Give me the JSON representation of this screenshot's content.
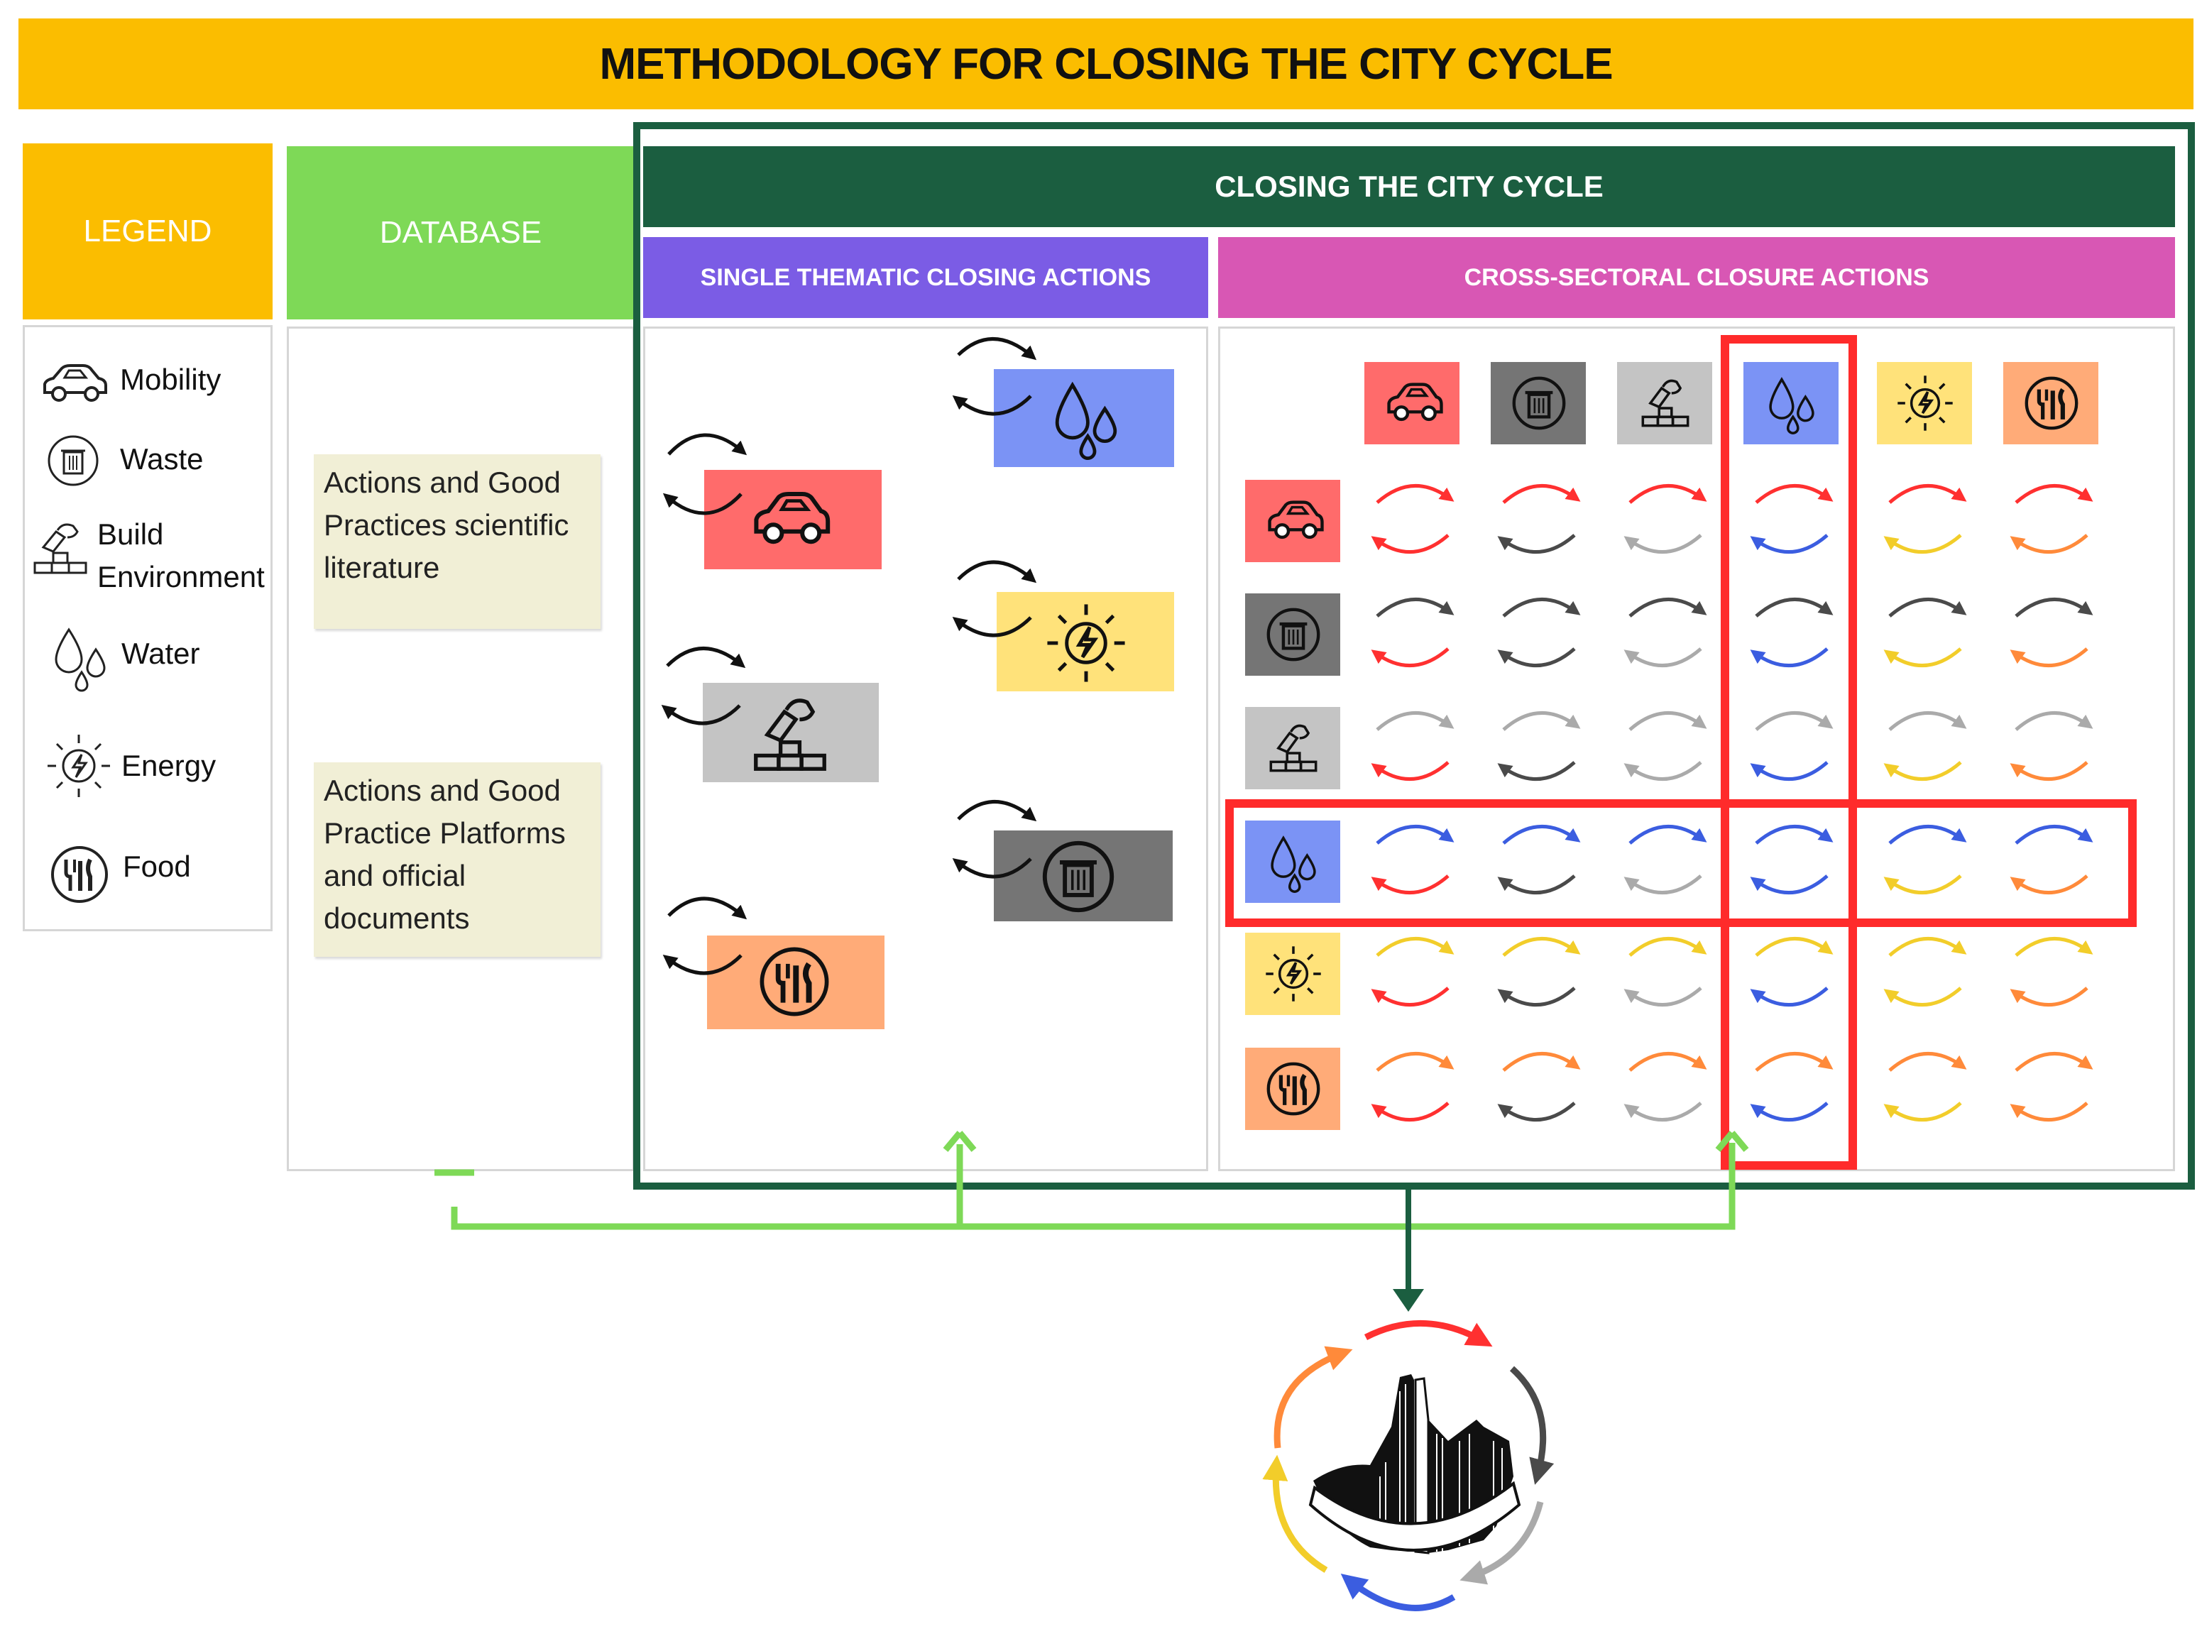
{
  "title": "METHODOLOGY FOR CLOSING THE CITY CYCLE",
  "legend": {
    "heading": "LEGEND",
    "items": [
      {
        "key": "mobility",
        "label": "Mobility",
        "icon": "car-icon"
      },
      {
        "key": "waste",
        "label": "Waste",
        "icon": "trash-bin-icon"
      },
      {
        "key": "build",
        "label_line1": "Build",
        "label_line2": "Environment",
        "icon": "brick-hand-icon"
      },
      {
        "key": "water",
        "label": "Water",
        "icon": "water-drops-icon"
      },
      {
        "key": "energy",
        "label": "Energy",
        "icon": "lightning-sun-icon"
      },
      {
        "key": "food",
        "label": "Food",
        "icon": "fork-knife-icon"
      }
    ]
  },
  "database": {
    "heading": "DATABASE",
    "note1": [
      "Actions and Good",
      "Practices scientific",
      "literature"
    ],
    "note2": [
      "Actions and Good",
      "Practice Platforms",
      "and official",
      "documents"
    ]
  },
  "closing": {
    "heading": "CLOSING THE CITY CYCLE",
    "single_heading": "SINGLE THEMATIC CLOSING ACTIONS",
    "cross_heading": "CROSS-SECTORAL CLOSURE ACTIONS"
  },
  "colors": {
    "title_bar": "#fbbd00",
    "legend_header": "#fbbd00",
    "database_header": "#7ed957",
    "dark_green": "#1b5e40",
    "single_purple": "#7b5ce5",
    "cross_magenta": "#d857b4",
    "mobility": "#ff6b6b",
    "waste": "#757575",
    "build": "#c4c4c4",
    "water": "#7b93f5",
    "energy": "#ffe27a",
    "food": "#ffab78",
    "highlight": "#ff2b2b",
    "feedback_arrow": "#7ed957",
    "arrow_mobility": "#ff3030",
    "arrow_waste": "#4a4a4a",
    "arrow_build": "#aaaaaa",
    "arrow_water": "#3b5de0",
    "arrow_energy": "#f2cd2a",
    "arrow_food": "#ff8a3a"
  },
  "matrix": {
    "sectors": [
      "mobility",
      "waste",
      "build",
      "water",
      "energy",
      "food"
    ],
    "highlight_sector": "water"
  }
}
